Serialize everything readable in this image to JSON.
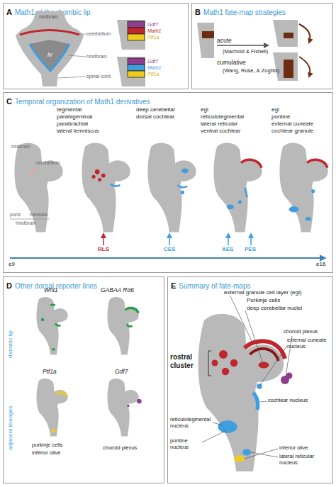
{
  "diagram": {
    "nodes": [
      {
        "text": [
          "A",
          "Math1 at the rhombic lip"
        ]
      },
      {
        "text": [
          "B",
          "Math1 fate-map strategies"
        ]
      },
      {
        "text": [
          "C",
          "Temporal organization of Math1 derivatives"
        ]
      },
      {
        "text": [
          "D",
          "Other dorsal reporter lines"
        ]
      },
      {
        "text": [
          "E",
          "Summary of fate-maps"
        ]
      }
    ],
    "labels": [
      "midbrain",
      "cerebellum",
      "iv",
      "hindbrain",
      "spinal cord",
      "Gdf7",
      "Math1",
      "Ptf1a",
      "Gdf7",
      "Math1",
      "Ptf1a",
      "acute",
      "(Machold & Fishell)",
      "cumulative",
      "(Wang, Rose, & Zoghbi)",
      "tegmental",
      "parabigeminal",
      "parabrachial",
      "lateral lemniscus",
      "deep cerebellar",
      "dorsal cochlear",
      "egl",
      "reticulotegmental",
      "lateral reticular",
      "ventral cochlear",
      "egl",
      "pontine",
      "external cuneate",
      "cochlear granule",
      "midbrain",
      "cerebellum",
      "pons",
      "medulla",
      "hindbrain",
      "RLS",
      "CES",
      "AES",
      "PES",
      "e9",
      "e16",
      "rhombic lip",
      "adjacent lineages",
      "Wnt1",
      "GABAA Rα6",
      "Ptf1a",
      "Gdf7",
      "purkinje cells",
      "inferior olive",
      "choroid plexus",
      "external granule cell layer (egl)",
      "Purkinje cells",
      "deep cerebellar nuclei",
      "choroid plexus",
      "external cuneate nucleus",
      "rostral cluster",
      "reticulotegmental nucleus",
      "pontine nucleus",
      "cochlear nucleus",
      "inferior olive",
      "lateral reticular nucleus"
    ]
  }
}
